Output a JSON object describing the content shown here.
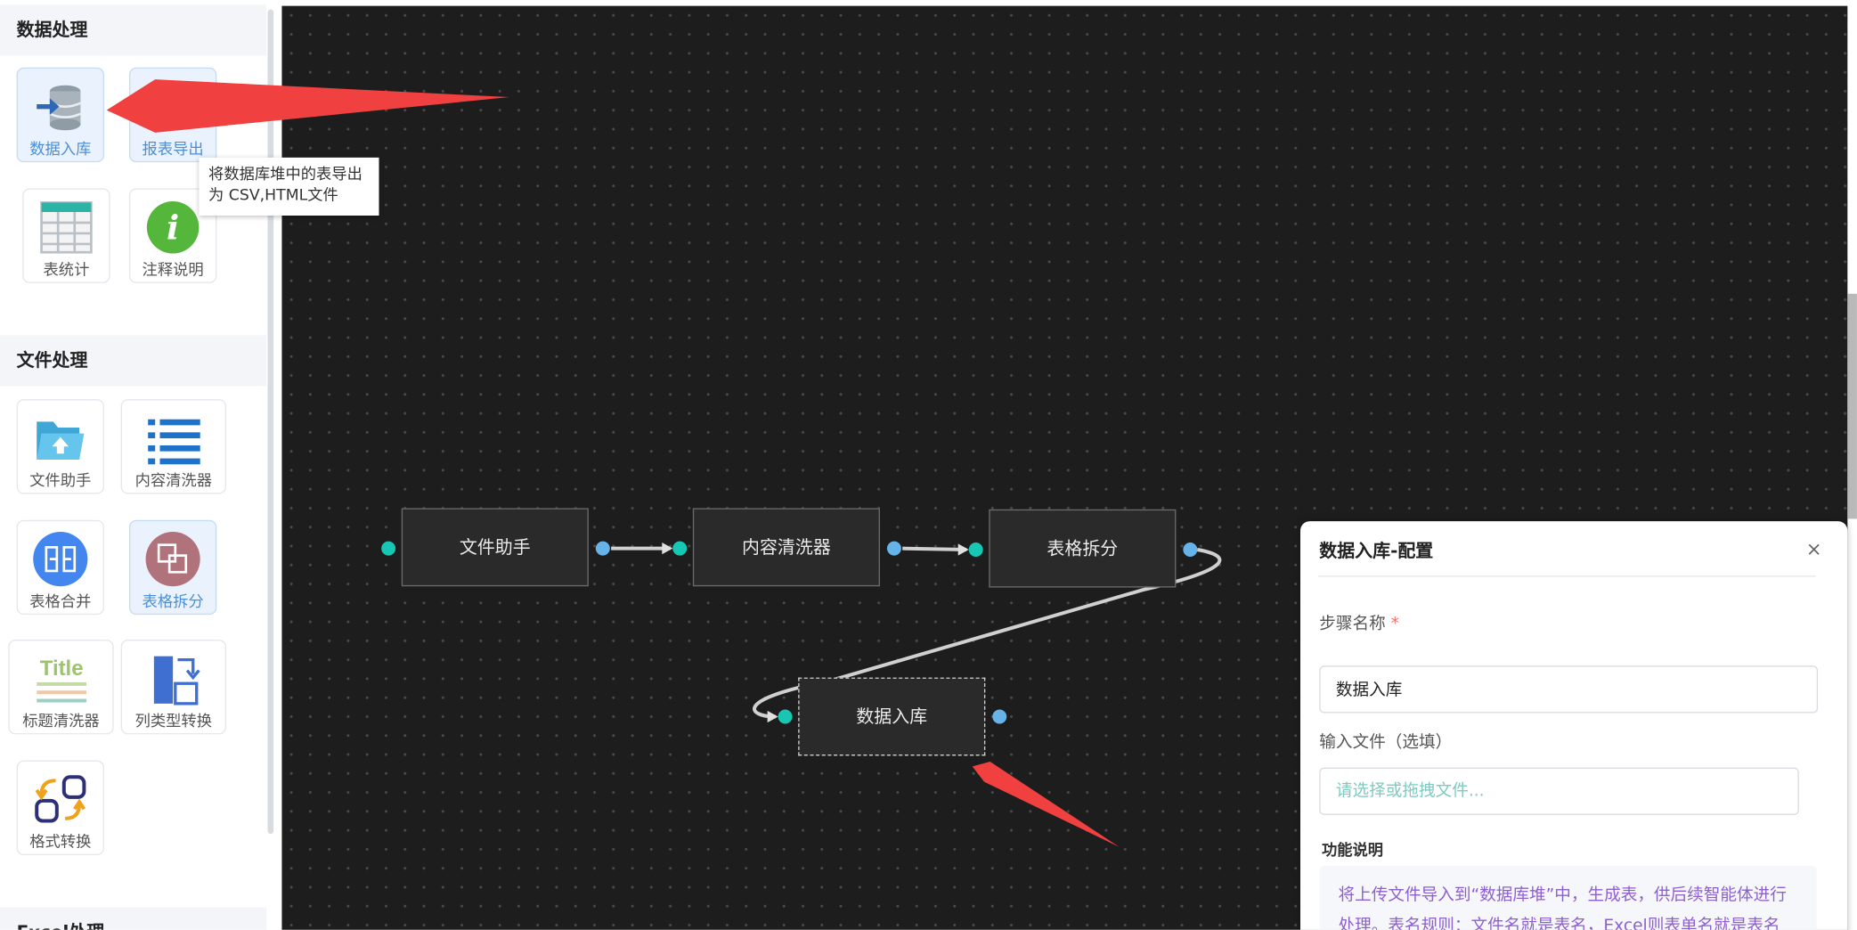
{
  "sidebar": {
    "section_data": "数据处理",
    "section_file": "文件处理",
    "section_excel": "Excel处理",
    "items": {
      "data_import": "数据入库",
      "report_export": "报表导出",
      "table_stats": "表统计",
      "comment_note": "注释说明",
      "file_helper": "文件助手",
      "content_cleaner": "内容清洗器",
      "table_merge": "表格合并",
      "table_split": "表格拆分",
      "title_cleaner": "标题清洗器",
      "column_type_convert": "列类型转换",
      "format_convert": "格式转换"
    },
    "tooltip": "将数据库堆中的表导出为 CSV,HTML文件"
  },
  "canvas": {
    "nodes": {
      "file_helper": "文件助手",
      "content_cleaner": "内容清洗器",
      "table_split": "表格拆分",
      "data_import": "数据入库"
    }
  },
  "panel": {
    "title": "数据入库-配置",
    "close": "×",
    "step_name_label": "步骤名称",
    "required_mark": "*",
    "step_name_value": "数据入库",
    "input_file_label": "输入文件（选填）",
    "input_file_placeholder": "请选择或拖拽文件...",
    "desc_label": "功能说明",
    "desc_text": "将上传文件导入到“数据库堆”中，生成表，供后续智能体进行处理。表名规则：文件名就是表名，Excel则表单名就是表名"
  },
  "colors": {
    "canvas_bg": "#1d1d1d",
    "port_in": "#18c6b4",
    "port_out": "#66b3ea",
    "annotation_arrow": "#f04040",
    "active_tile_text": "#4d8fd6",
    "desc_text": "#8e5fd1"
  },
  "icons": [
    "database-import-icon",
    "report-export-icon",
    "table-grid-icon",
    "info-icon",
    "folder-upload-icon",
    "list-lines-icon",
    "merge-icon",
    "split-icon",
    "title-lines-icon",
    "column-convert-icon",
    "format-convert-icon"
  ]
}
